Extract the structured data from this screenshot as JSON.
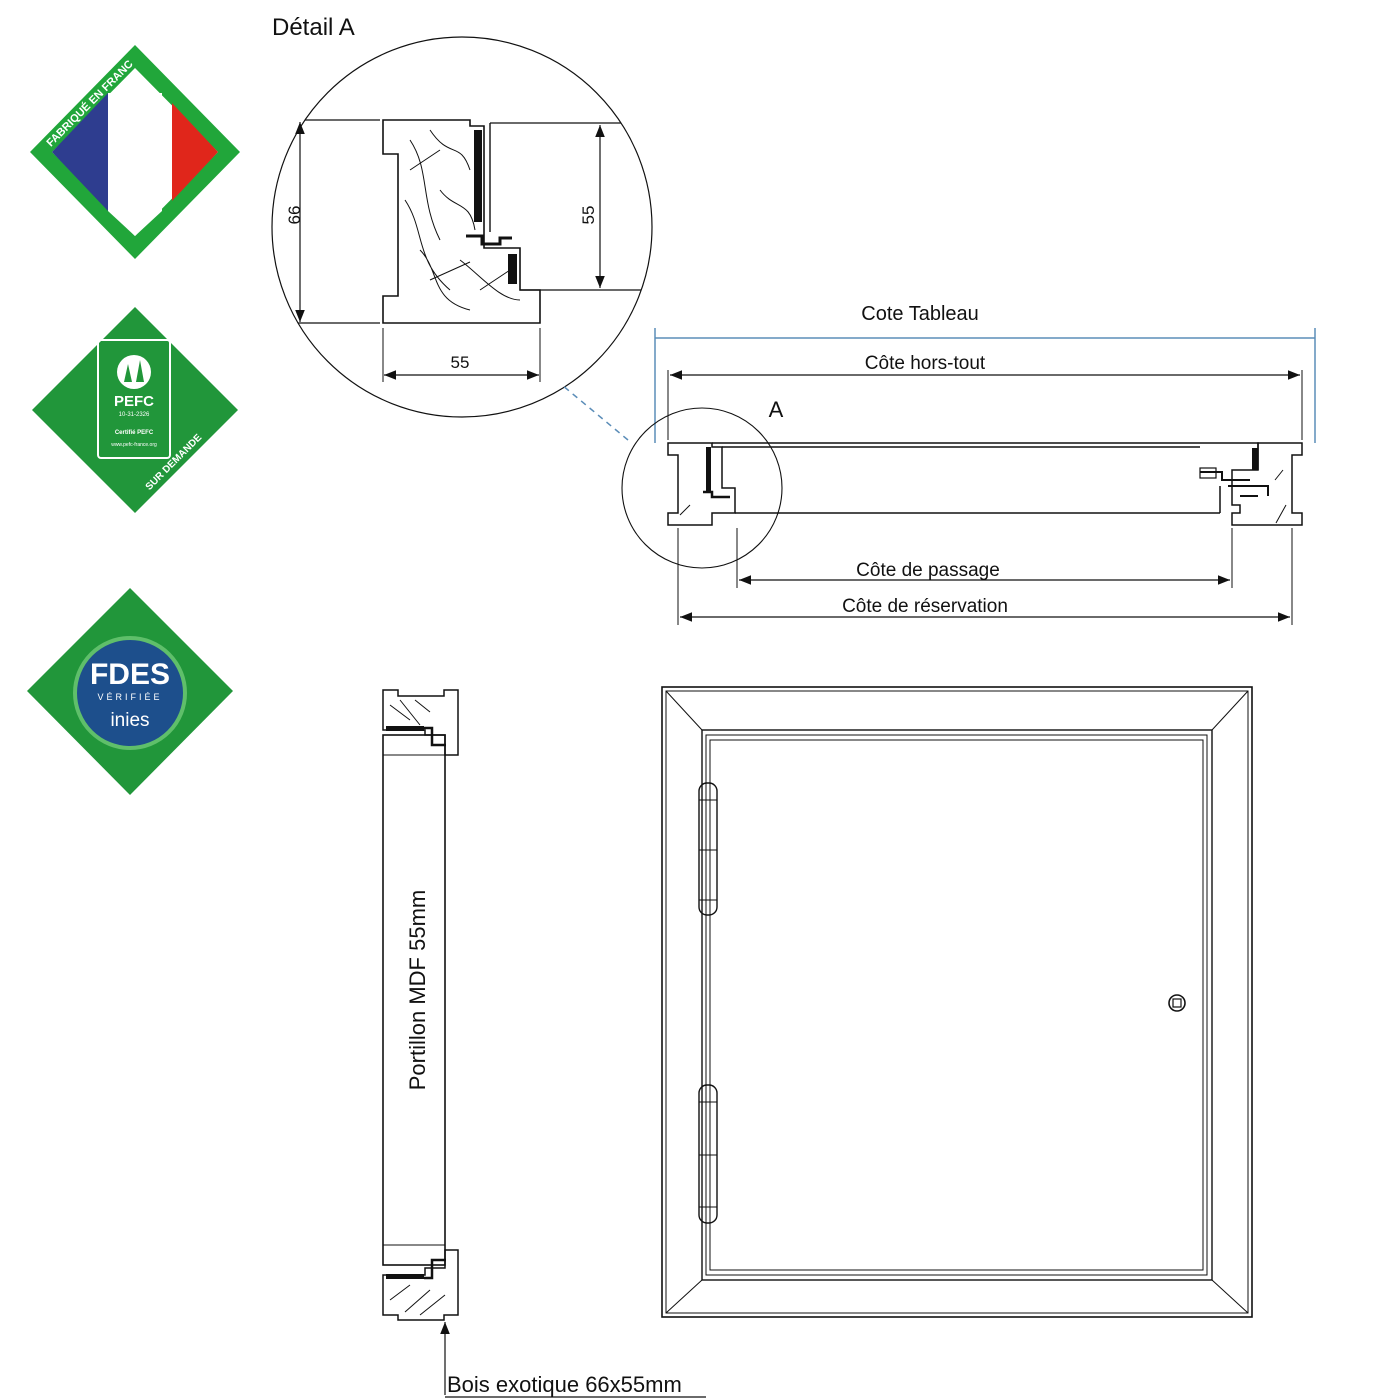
{
  "badges": {
    "france": {
      "label": "FABRIQUÉ EN FRANCE",
      "colors": {
        "border": "#21a63a",
        "blue": "#2e3d8f",
        "white": "#ffffff",
        "red": "#e0261b"
      }
    },
    "pefc": {
      "logo": "PEFC",
      "code": "10-31-2326",
      "cert": "Certifié PEFC",
      "url": "www.pefc-france.org",
      "note": "SUR DEMANDE",
      "color": "#21963a"
    },
    "fdes": {
      "line1": "FDES",
      "line2": "VÉRIFIÉE",
      "line3": "inies",
      "color": "#21963a",
      "circle_color": "#1d4f8c"
    }
  },
  "detail": {
    "title": "Détail A",
    "dim_height_left": "66",
    "dim_height_right": "55",
    "dim_width": "55"
  },
  "section": {
    "cote_tableau": "Cote Tableau",
    "cote_hors_tout": "Côte hors-tout",
    "marker": "A",
    "cote_passage": "Côte de passage",
    "cote_reservation": "Côte de réservation",
    "dim_color": "#5b8db8"
  },
  "elevation": {
    "door_label": "Portillon MDF 55mm",
    "frame_label": "Bois exotique 66x55mm"
  }
}
